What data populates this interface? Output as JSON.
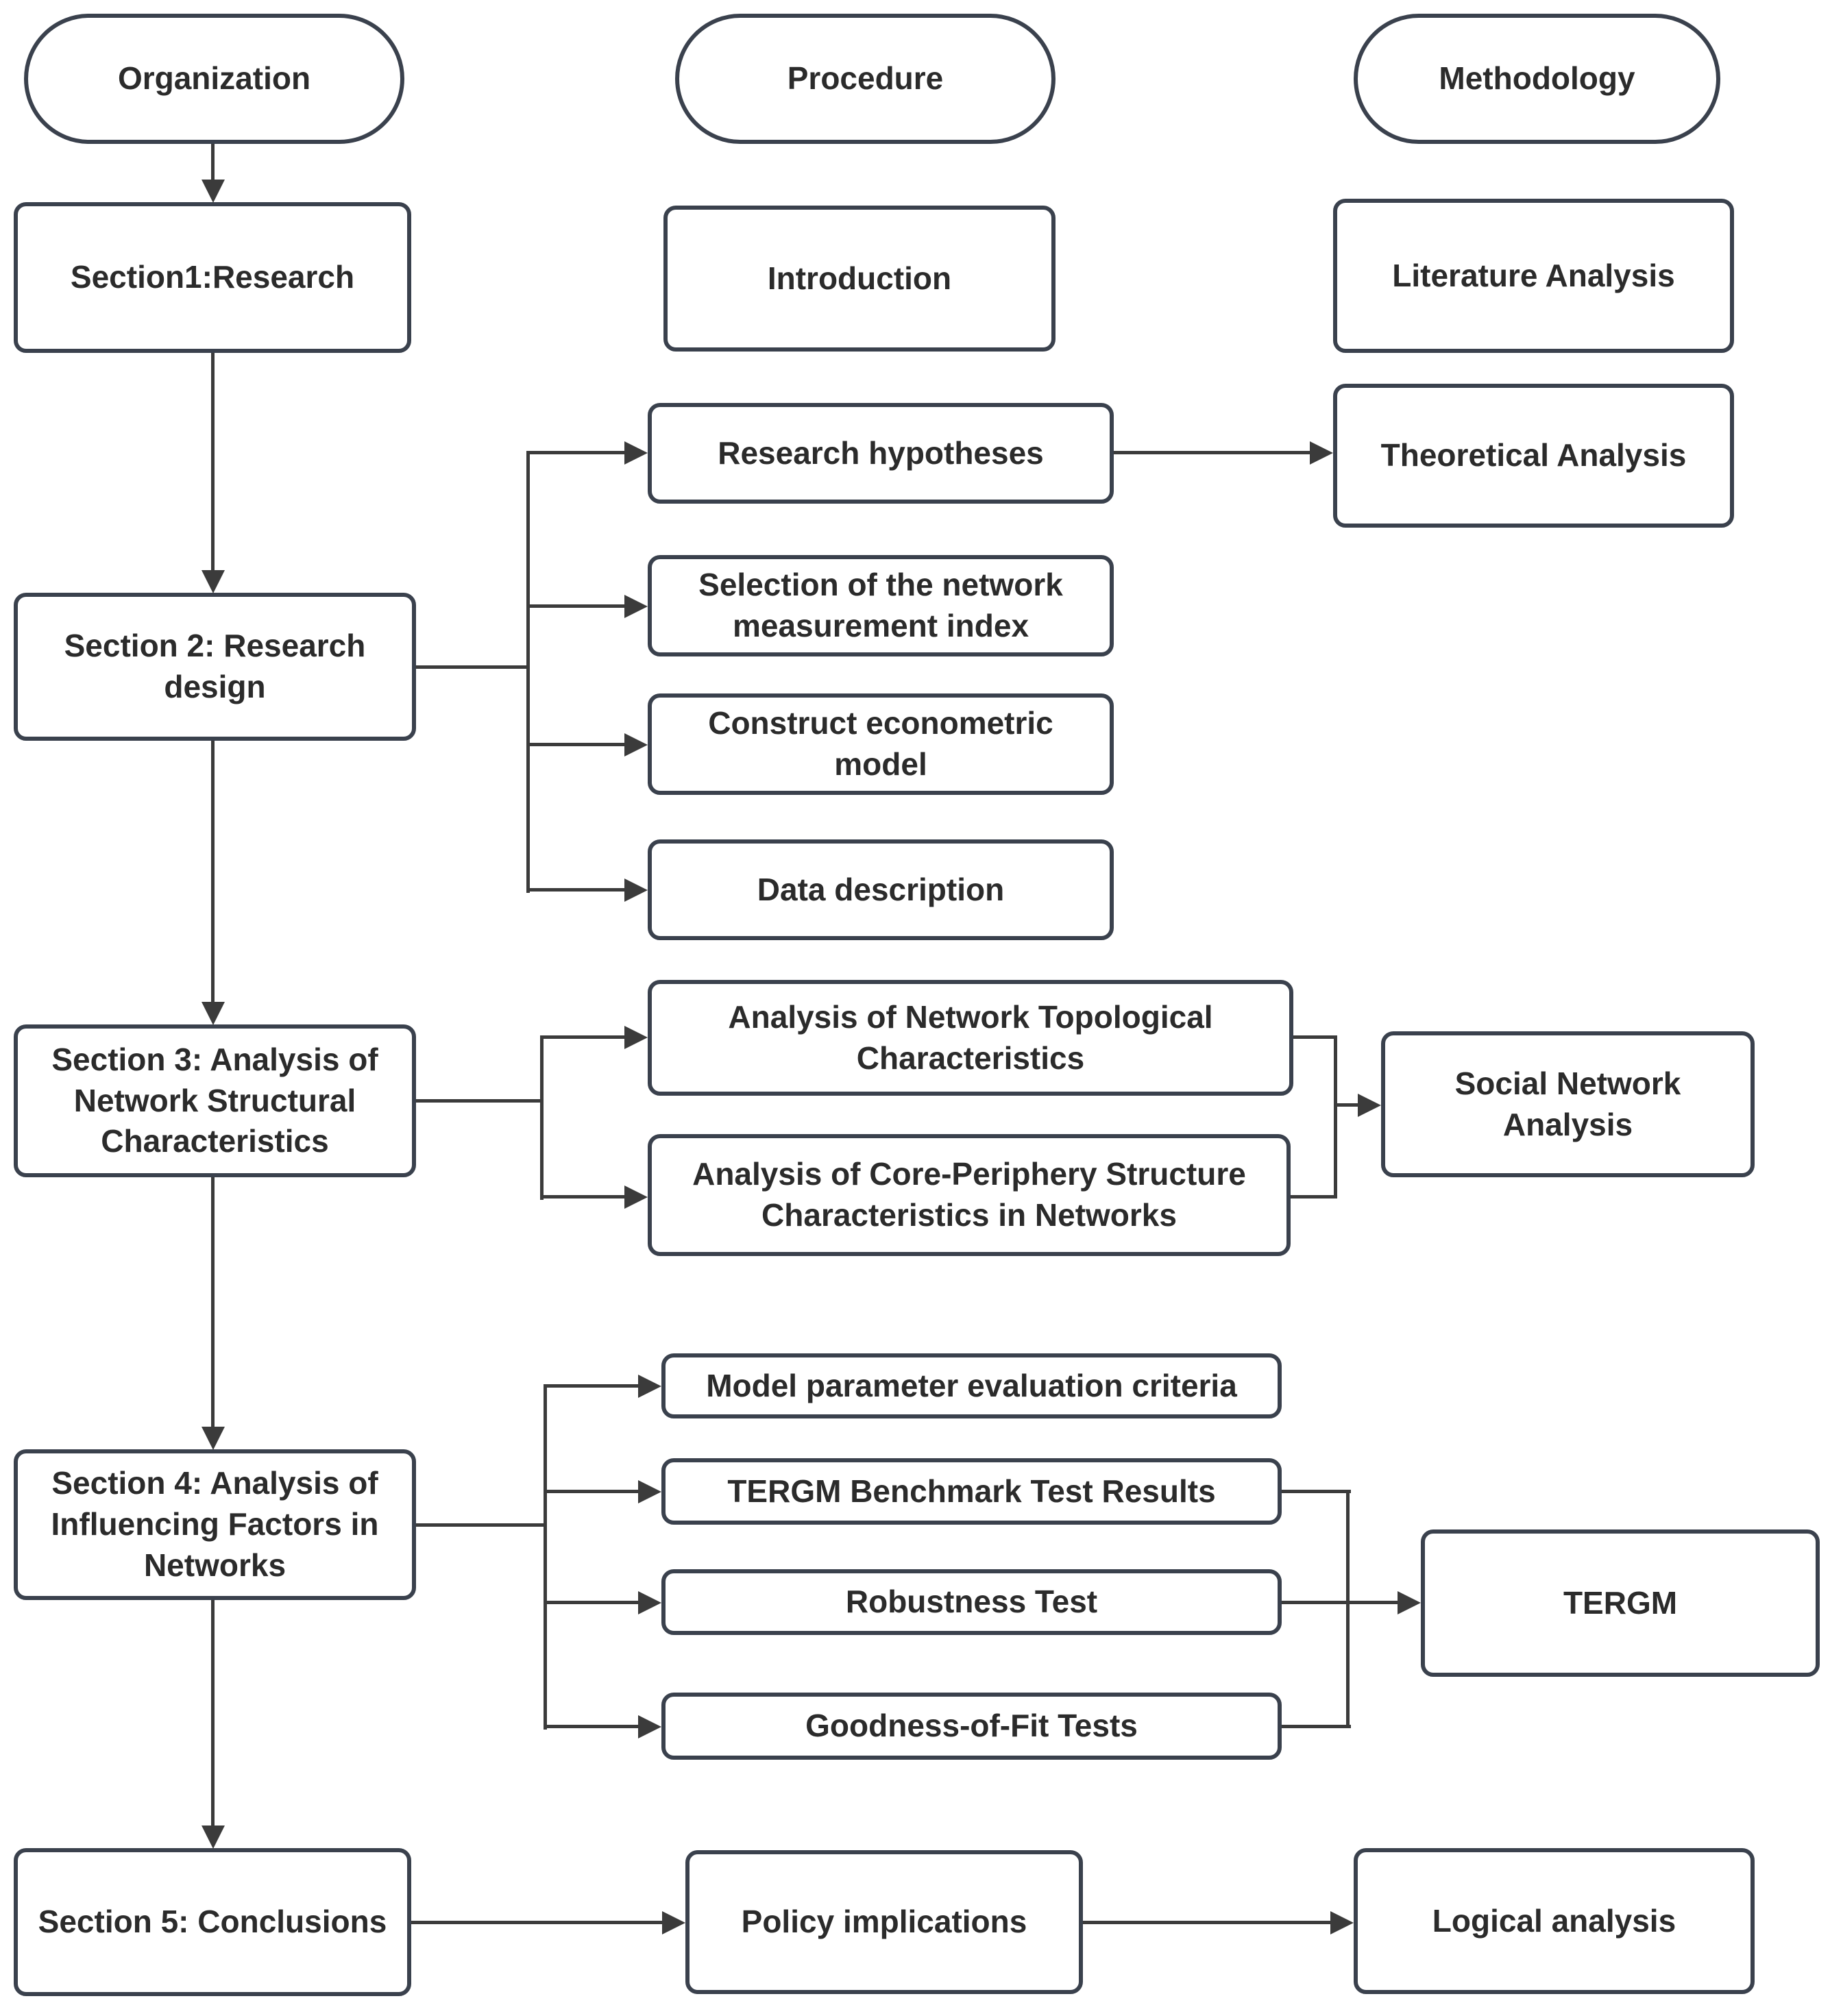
{
  "pills": {
    "organization": "Organization",
    "procedure": "Procedure",
    "methodology": "Methodology"
  },
  "sections": {
    "s1": "Section1:Research",
    "s2": "Section 2: Research design",
    "s3": "Section 3: Analysis of Network Structural Characteristics",
    "s4": "Section 4: Analysis of Influencing Factors in Networks",
    "s5": "Section 5: Conclusions"
  },
  "procedures": {
    "introduction": "Introduction",
    "research_hypotheses": "Research hypotheses",
    "selection": "Selection of the network measurement index",
    "construct": "Construct econometric model",
    "data_description": "Data description",
    "topological": "Analysis of Network Topological Characteristics",
    "core_periphery": "Analysis of Core-Periphery Structure Characteristics in Networks",
    "model_param": "Model parameter evaluation criteria",
    "tergm_benchmark": "TERGM Benchmark Test Results",
    "robustness": "Robustness Test",
    "goodness": "Goodness-of-Fit Tests",
    "policy": "Policy implications"
  },
  "methods": {
    "literature": "Literature Analysis",
    "theoretical": "Theoretical Analysis",
    "sna": "Social Network Analysis",
    "tergm": "TERGM",
    "logical": "Logical analysis"
  },
  "colors": {
    "box_border": "#3a414d",
    "connector": "#3b3b3b",
    "text": "#2b2b2b",
    "background": "#ffffff"
  }
}
